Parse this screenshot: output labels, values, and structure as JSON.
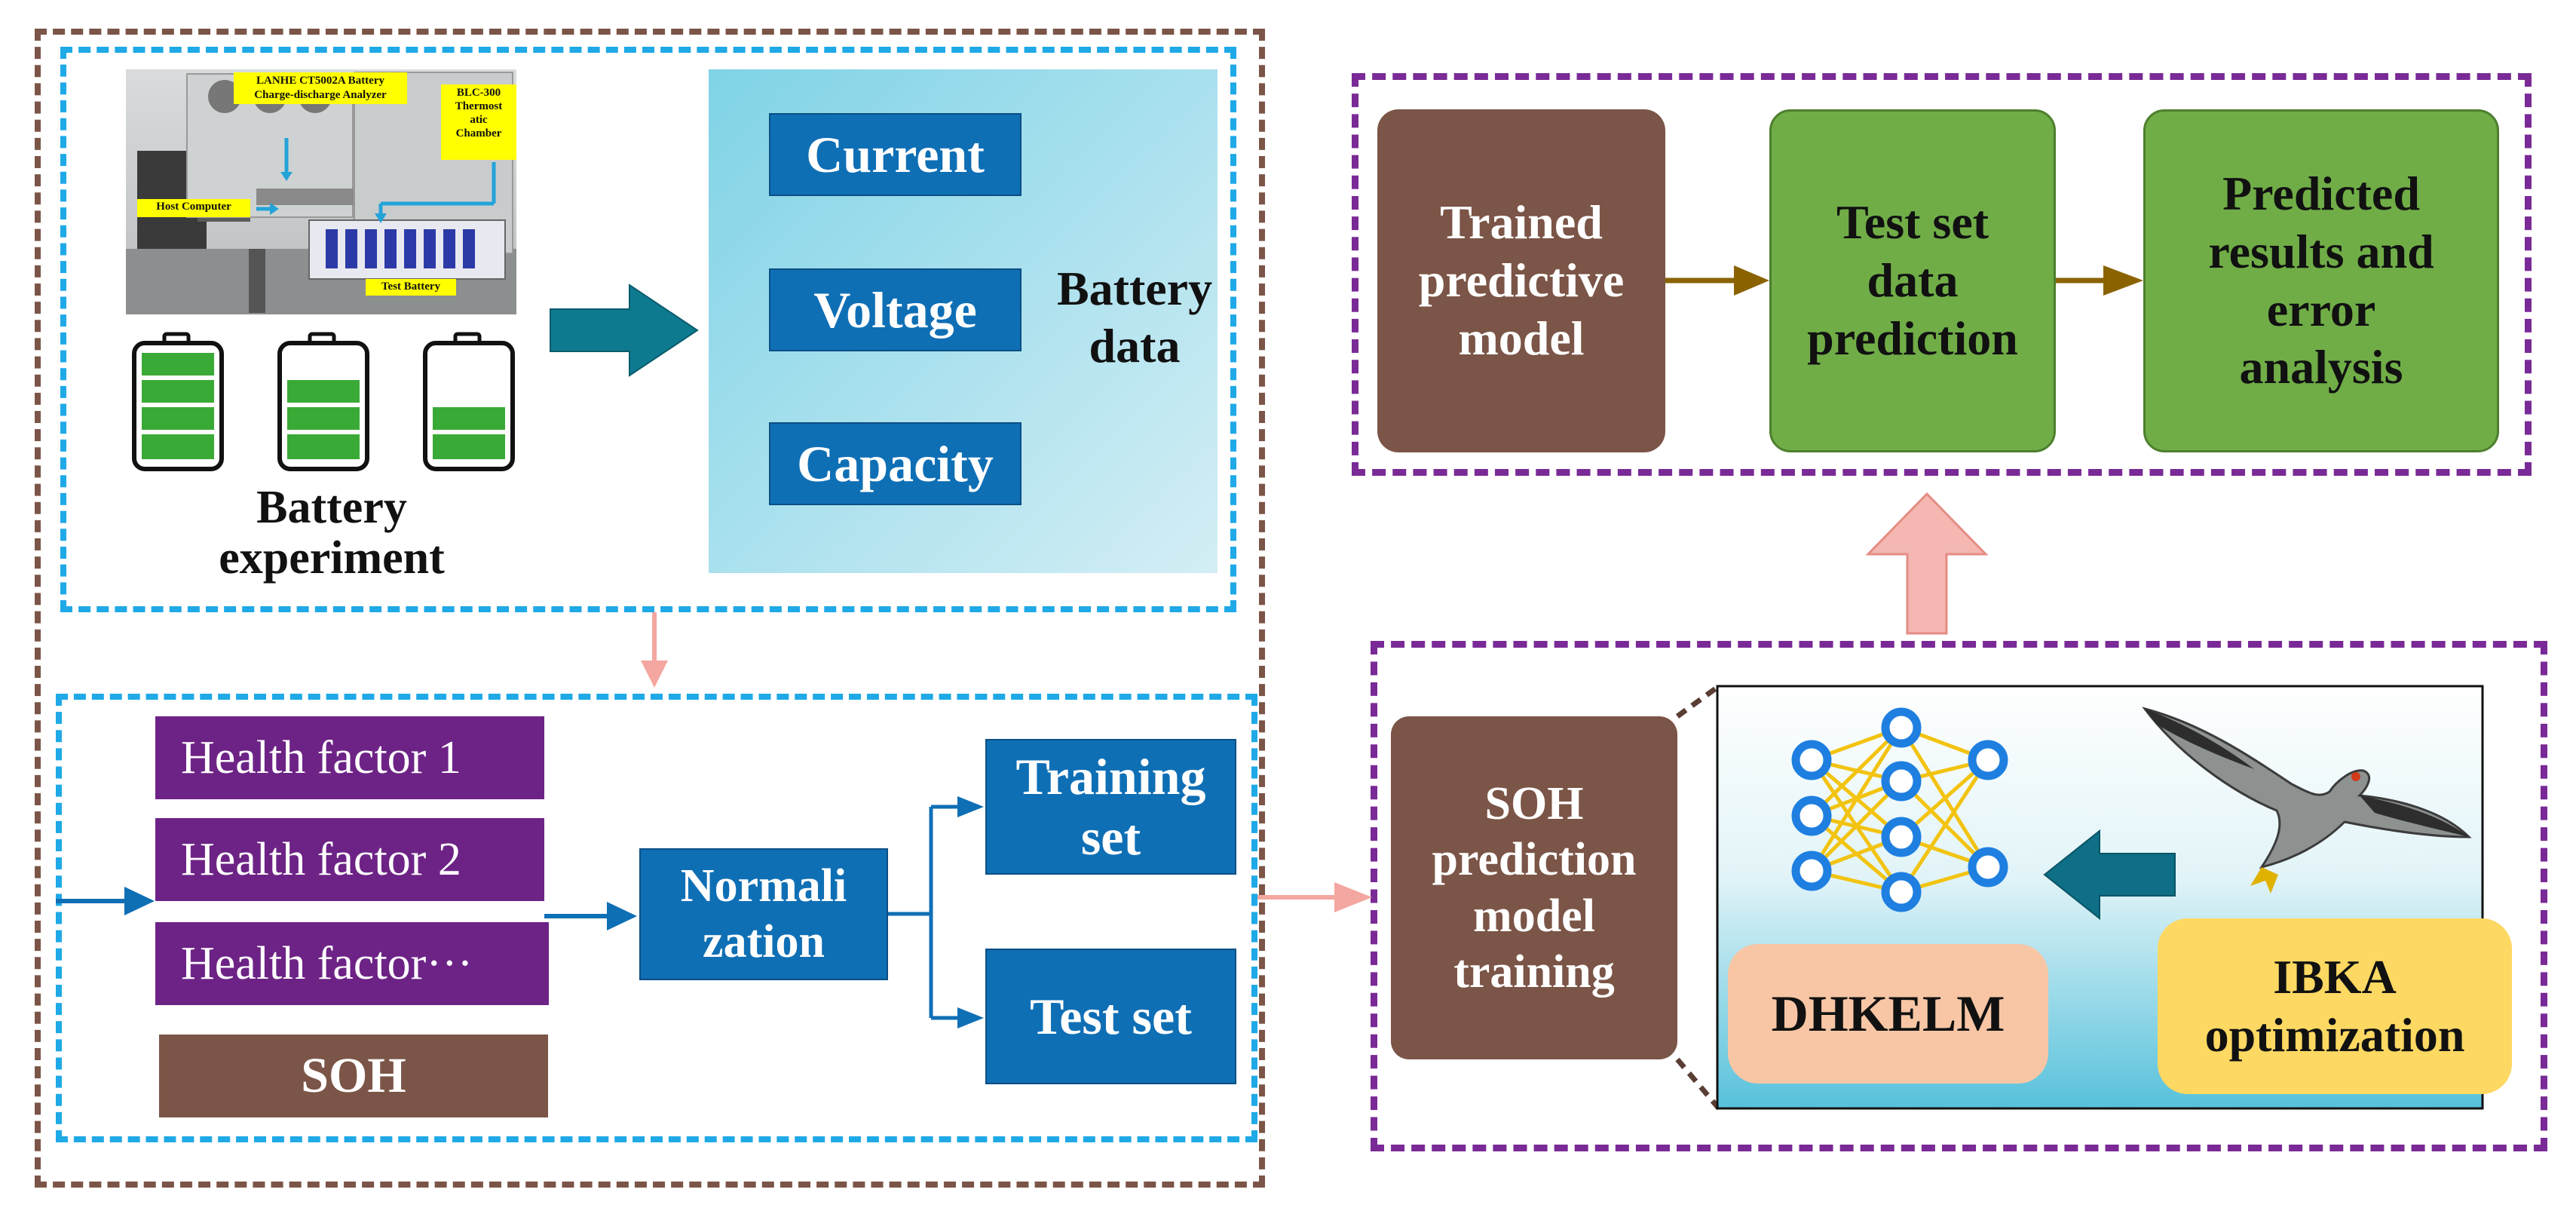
{
  "experiment": {
    "photo_labels": {
      "analyzer": "LANHE CT5002A  Battery\nCharge-discharge Analyzer",
      "chamber": "BLC-300\nThermost\natic\nChamber",
      "host": "Host Computer",
      "test_battery": "Test Battery"
    },
    "caption": "Battery\nexperiment"
  },
  "battery_data": {
    "items": [
      "Current",
      "Voltage",
      "Capacity"
    ],
    "caption": "Battery\ndata"
  },
  "preprocessing": {
    "factors": [
      "Health factor 1",
      "Health factor 2",
      "Health factor···"
    ],
    "soh": "SOH",
    "normalization": "Normali\nzation",
    "training_set": "Training\nset",
    "test_set": "Test set"
  },
  "training": {
    "model_training": "SOH\nprediction\nmodel\ntraining",
    "dhkelm": "DHKELM",
    "ibka": "IBKA\noptimization"
  },
  "prediction": {
    "trained_model": "Trained\npredictive\nmodel",
    "test_prediction": "Test set\ndata\nprediction",
    "results": "Predicted\nresults and\nerror\nanalysis"
  },
  "colors": {
    "brown": "#7b5547",
    "blue_dash": "#1fa9e6",
    "purple_dash": "#7a2a96",
    "blue_box": "#0f6fb5",
    "purple_box": "#6d2386",
    "green": "#70ad47",
    "pink_arrow": "#f4a7a0",
    "teal_arrow": "#0e6f86",
    "gold_arrow": "#8a6300"
  }
}
